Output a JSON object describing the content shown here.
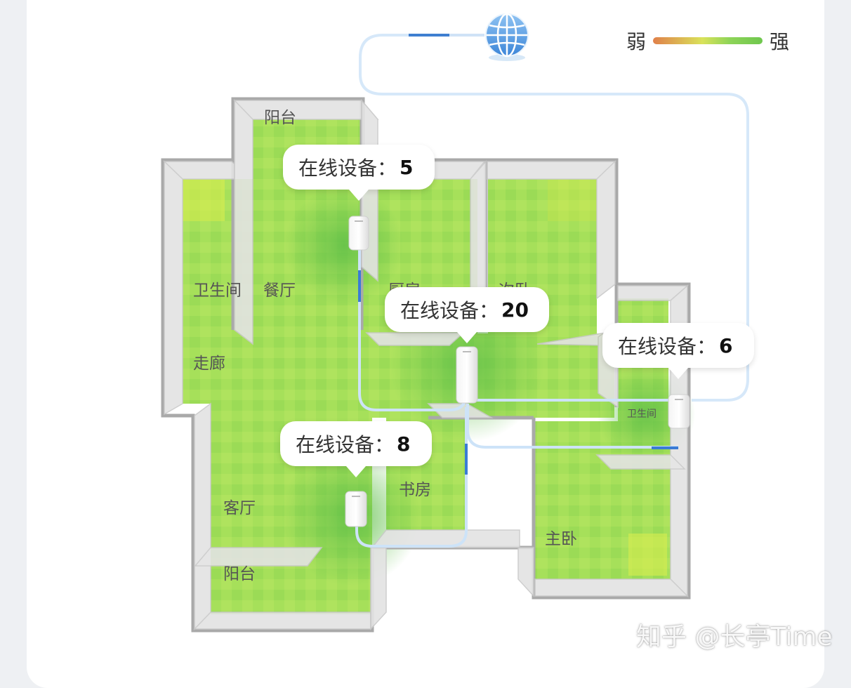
{
  "legend": {
    "weak": "弱",
    "strong": "强"
  },
  "bubbles": [
    {
      "label": "在线设备：",
      "count": "5"
    },
    {
      "label": "在线设备：",
      "count": "20"
    },
    {
      "label": "在线设备：",
      "count": "6"
    },
    {
      "label": "在线设备：",
      "count": "8"
    }
  ],
  "rooms": {
    "balcony_top": "阳台",
    "bathroom": "卫生间",
    "dining": "餐厅",
    "kitchen": "厨房",
    "second_bedroom": "次卧",
    "corridor": "走廊",
    "bathroom_small": "卫生间",
    "living": "客厅",
    "study": "书房",
    "master_bedroom": "主卧",
    "balcony_bottom": "阳台"
  },
  "watermark": "知乎 @长亭Time",
  "colors": {
    "signal_strong": "#6cc24a",
    "signal_weak": "#d8e84e",
    "wall": "#a9a9a9",
    "link_line": "#cde3f8",
    "link_accent": "#3a7bd5"
  },
  "icons": [
    "globe-icon",
    "router-icon"
  ]
}
